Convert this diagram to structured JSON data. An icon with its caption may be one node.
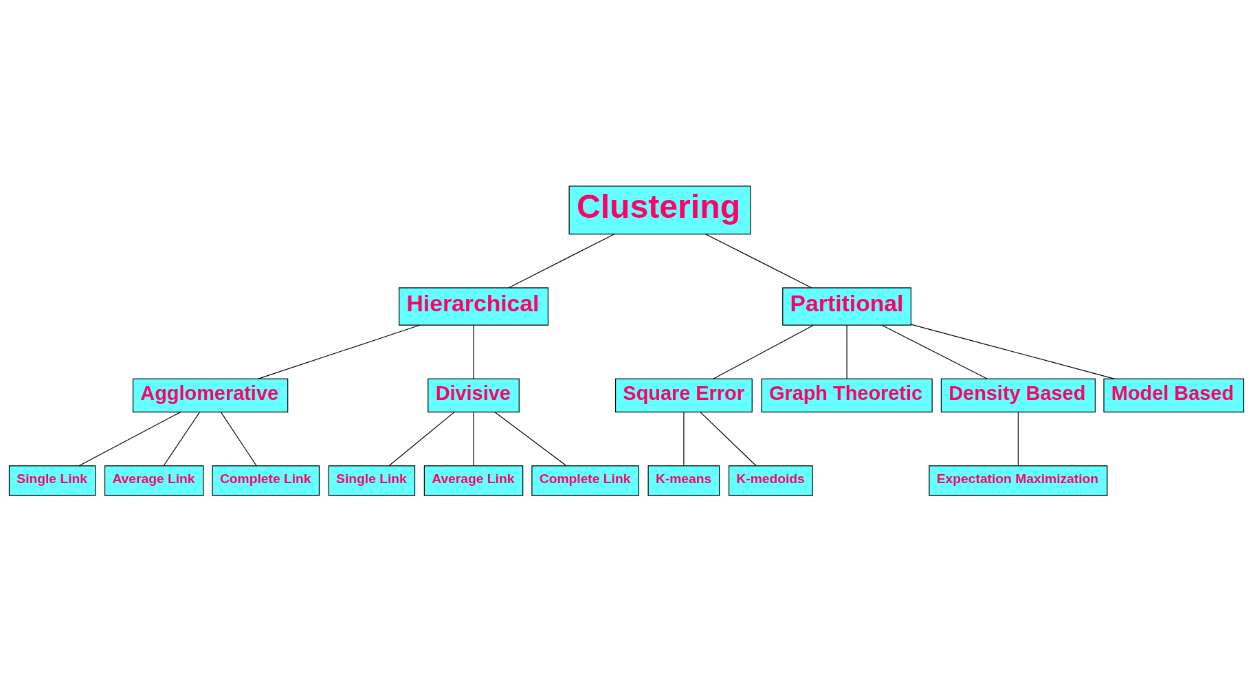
{
  "diagram": {
    "nodes": [
      {
        "text": [
          "Clustering"
        ]
      },
      {
        "text": [
          "Hierarchical"
        ]
      },
      {
        "text": [
          "Partitional"
        ]
      },
      {
        "text": [
          "Agglomerative"
        ]
      },
      {
        "text": [
          "Divisive"
        ]
      },
      {
        "text": [
          "Square Error"
        ]
      },
      {
        "text": [
          "Graph Theoretic"
        ]
      },
      {
        "text": [
          "Density Based"
        ]
      },
      {
        "text": [
          "Model Based"
        ]
      },
      {
        "text": [
          "Single Link"
        ]
      },
      {
        "text": [
          "Average Link"
        ]
      },
      {
        "text": [
          "Complete Link"
        ]
      },
      {
        "text": [
          "Single Link"
        ]
      },
      {
        "text": [
          "Average Link"
        ]
      },
      {
        "text": [
          "Complete Link"
        ]
      },
      {
        "text": [
          "Expectation Maximization"
        ]
      },
      {
        "text": [
          "K-means"
        ]
      },
      {
        "text": [
          "K-medoids"
        ]
      }
    ],
    "edges": [
      {
        "from": 0,
        "to": 1,
        "arrow": "none"
      },
      {
        "from": 0,
        "to": 2,
        "arrow": "none"
      },
      {
        "from": 1,
        "to": 3,
        "arrow": "none"
      },
      {
        "from": 1,
        "to": 4,
        "arrow": "none"
      },
      {
        "from": 2,
        "to": 5,
        "arrow": "none"
      },
      {
        "from": 2,
        "to": 6,
        "arrow": "none"
      },
      {
        "from": 2,
        "to": 7,
        "arrow": "none"
      },
      {
        "from": 2,
        "to": 8,
        "arrow": "none"
      },
      {
        "from": 3,
        "to": 9,
        "arrow": "none"
      },
      {
        "from": 3,
        "to": 10,
        "arrow": "none"
      },
      {
        "from": 3,
        "to": 11,
        "arrow": "none"
      },
      {
        "from": 4,
        "to": 12,
        "arrow": "none"
      },
      {
        "from": 4,
        "to": 13,
        "arrow": "none"
      },
      {
        "from": 4,
        "to": 14,
        "arrow": "none"
      },
      {
        "from": 7,
        "to": 15,
        "arrow": "none"
      },
      {
        "from": 5,
        "to": 16,
        "arrow": "none"
      },
      {
        "from": 5,
        "to": 17,
        "arrow": "none"
      }
    ]
  }
}
